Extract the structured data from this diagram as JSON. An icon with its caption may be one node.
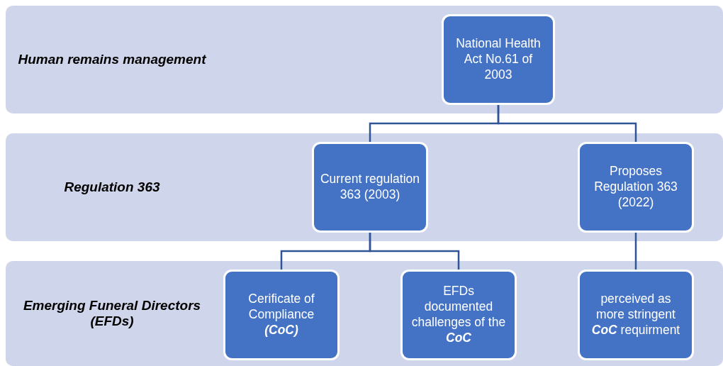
{
  "diagram": {
    "nodes": [
      {
        "text": [
          "Human remains management"
        ]
      },
      {
        "text": [
          "National Health Act No.61 of 2003"
        ],
        "in": 0
      },
      {
        "text": [
          "Regulation 363"
        ]
      },
      {
        "text": [
          "Current regulation 363 (2003)"
        ],
        "in": 2
      },
      {
        "text": [
          "Proposes Regulation 363 (2022)"
        ],
        "in": 2
      },
      {
        "text": [
          "Emerging Funeral Directors (EFDs)"
        ]
      },
      {
        "text": [
          "Cerificate of Compliance **(CoC)**"
        ],
        "in": 5
      },
      {
        "text": [
          "EFDs documented challenges of the **CoC**"
        ],
        "in": 5
      },
      {
        "text": [
          "perceived as more stringent **CoC** requirment"
        ],
        "in": 5
      }
    ],
    "edges": [
      {
        "from": 1,
        "to": 3,
        "arrow": "none"
      },
      {
        "from": 1,
        "to": 4,
        "arrow": "none"
      },
      {
        "from": 3,
        "to": 6,
        "arrow": "none"
      },
      {
        "from": 3,
        "to": 7,
        "arrow": "none"
      },
      {
        "from": 4,
        "to": 8,
        "arrow": "none"
      }
    ]
  }
}
